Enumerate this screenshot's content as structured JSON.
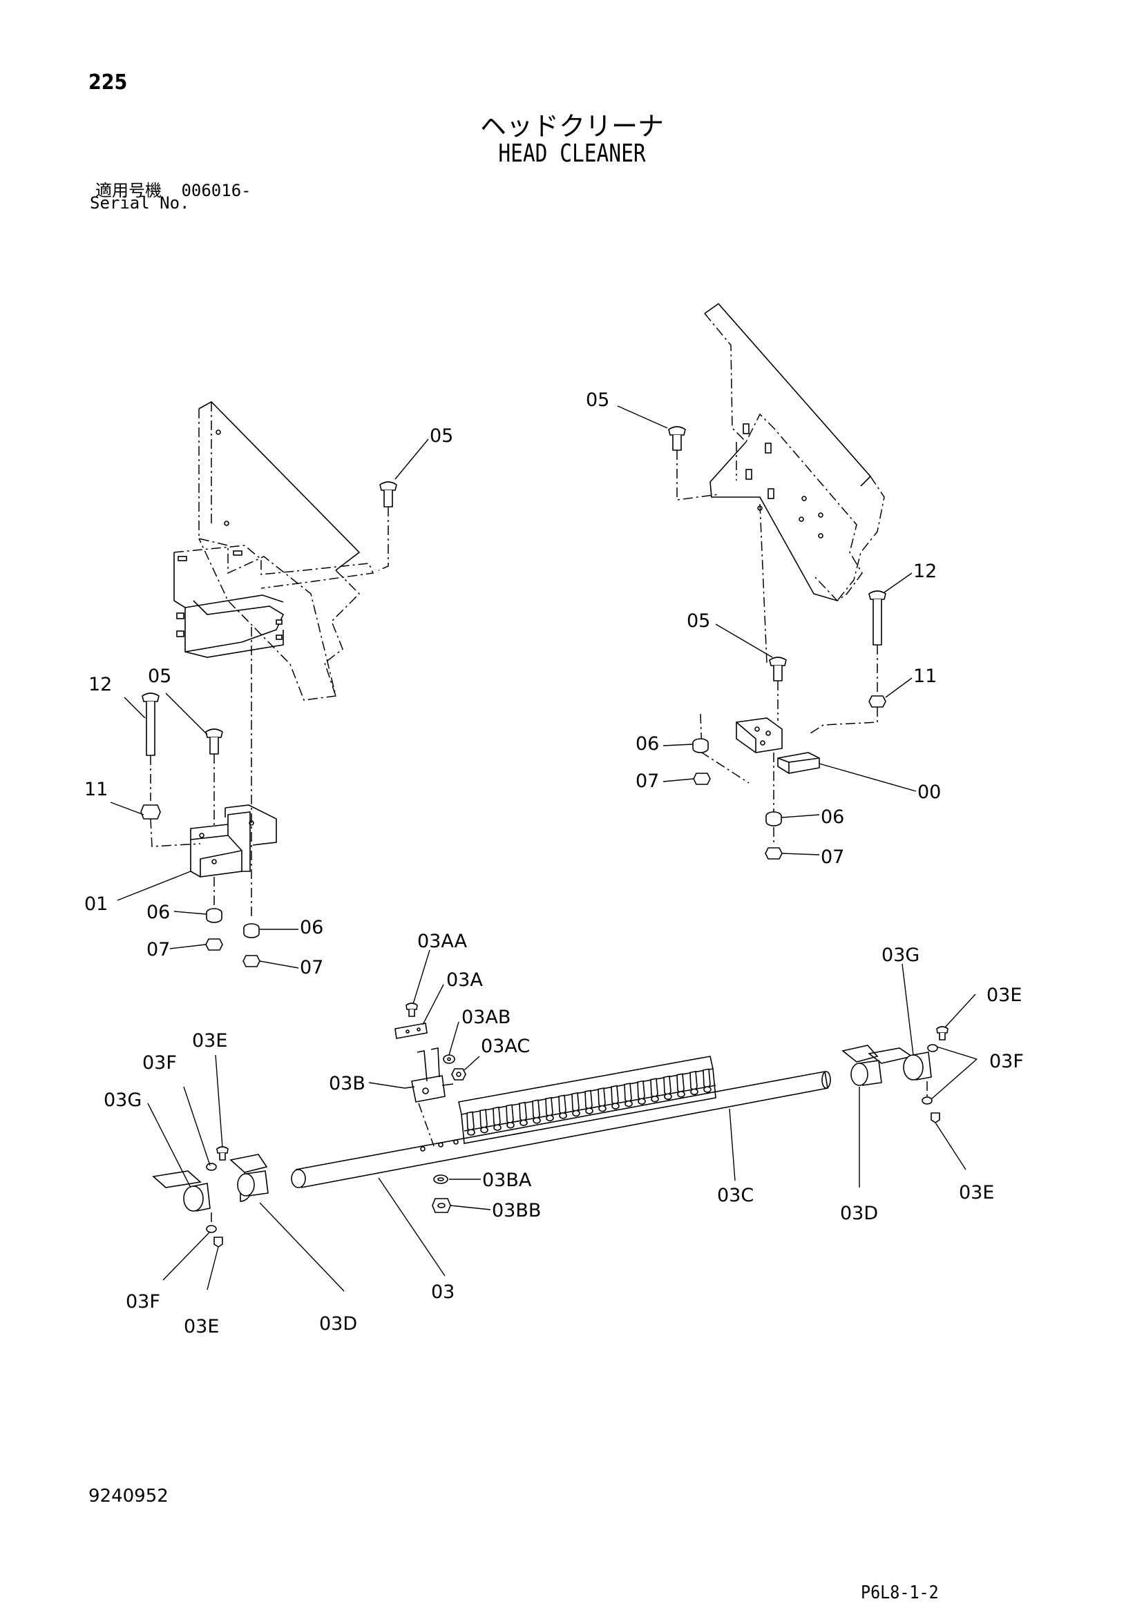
{
  "header": {
    "page_number": "225",
    "title_jp": "ヘッドクリーナ",
    "title_en": "HEAD CLEANER",
    "serial_label_jp": "適用号機",
    "serial_value": "006016-",
    "serial_label_en": "Serial No."
  },
  "callouts": {
    "left_05_top": "05",
    "left_12": "12",
    "left_05_mid": "05",
    "left_11": "11",
    "left_01": "01",
    "left_06_a": "06",
    "left_07_a": "07",
    "left_06_b": "06",
    "left_07_b": "07",
    "right_05_top": "05",
    "right_12": "12",
    "right_05_mid": "05",
    "right_11": "11",
    "right_06_a": "06",
    "right_07_a": "07",
    "right_00": "00",
    "right_06_b": "06",
    "right_07_b": "07",
    "c_03AA": "03AA",
    "c_03A": "03A",
    "c_03AB": "03AB",
    "c_03AC": "03AC",
    "c_03B": "03B",
    "c_03BA": "03BA",
    "c_03BB": "03BB",
    "c_03C": "03C",
    "c_03": "03",
    "c_03E_left_top": "03E",
    "c_03F_left_top": "03F",
    "c_03G_left": "03G",
    "c_03F_left_bot": "03F",
    "c_03E_left_bot": "03E",
    "c_03D_left": "03D",
    "c_03G_right": "03G",
    "c_03E_right_top": "03E",
    "c_03F_right": "03F",
    "c_03E_right_bot": "03E",
    "c_03D_right": "03D"
  },
  "footer": {
    "drawing_number": "9240952",
    "sheet_code": "P6L8-1-2"
  }
}
